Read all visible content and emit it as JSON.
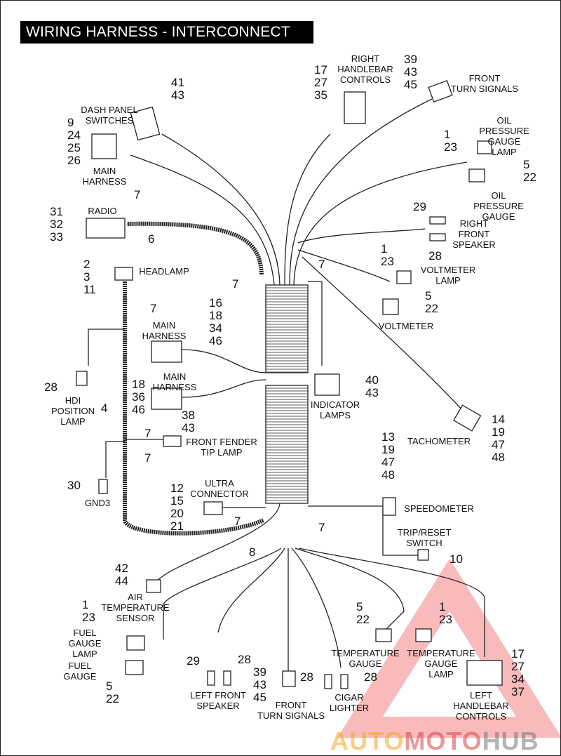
{
  "title": "WIRING HARNESS - INTERCONNECT",
  "labels": {
    "right_handlebar": "RIGHT\nHANDLEBAR\nCONTROLS",
    "front_turn_top": "FRONT\nTURN SIGNALS",
    "dash_panel": "DASH PANEL\nSWITCHES",
    "main_harness_1": "MAIN\nHARNESS",
    "oil_lamp": "OIL PRESSURE\nGAUGE LAMP",
    "oil_gauge": "OIL PRESSURE\nGAUGE",
    "radio": "RADIO",
    "right_speaker": "RIGHT\nFRONT\nSPEAKER",
    "headlamp": "HEADLAMP",
    "voltmeter_lamp": "VOLTMETER\nLAMP",
    "voltmeter": "VOLTMETER",
    "main_harness_2": "MAIN\nHARNESS",
    "indicator": "INDICATOR\nLAMPS",
    "main_harness_3": "MAIN\nHARNESS",
    "hdi": "HDI\nPOSITION\nLAMP",
    "tachometer": "TACHOMETER",
    "fender": "FRONT FENDER\nTIP LAMP",
    "gnd": "GND3",
    "ultra": "ULTRA\nCONNECTOR",
    "speedometer": "SPEEDOMETER",
    "trip": "TRIP/RESET\nSWITCH",
    "air_temp": "AIR\nTEMPERATURE\nSENSOR",
    "fuel_lamp": "FUEL\nGAUGE\nLAMP",
    "fuel_gauge": "FUEL\nGAUGE",
    "temp_gauge": "TEMPERATURE\nGAUGE",
    "temp_lamp": "TEMPERATURE\nGAUGE\nLAMP",
    "left_speaker": "LEFT FRONT\nSPEAKER",
    "front_turn_bottom": "FRONT\nTURN SIGNALS",
    "cigar": "CIGAR\nLIGHTER",
    "left_handlebar": "LEFT\nHANDLEBAR\nCONTROLS"
  },
  "callouts": {
    "rh": "17\n27\n35",
    "ft_top": "39\n43\n45",
    "dash": "41\n43",
    "main1": "9\n24\n25\n26",
    "oil_lamp": "1\n23",
    "oil_gauge": "5\n22",
    "radio_7": "7",
    "radio": "31\n32\n33",
    "radio_6": "6",
    "rs_29": "29",
    "rs_28": "28",
    "head": "2\n3\n11",
    "vl": "1\n23",
    "c7a": "7",
    "c7b": "7",
    "vm": "5\n22",
    "c7c": "7",
    "main2": "16\n18\n34\n46",
    "ind": "40\n43",
    "main3": "18\n36\n46",
    "c38": "38",
    "c43": "43",
    "hdi": "28",
    "c4": "4",
    "tach": "14\n19\n47\n48",
    "c7d": "7",
    "c7e": "7",
    "speedo": "13\n19\n47\n48",
    "gnd": "30",
    "ultra": "12\n15\n20\n21",
    "c7f": "7",
    "c7g": "7",
    "c8": "8",
    "trip": "10",
    "air": "42\n44",
    "fl": "1\n23",
    "fg": "5\n22",
    "tg": "5\n22",
    "tl": "1\n23",
    "lh": "17\n27\n34\n37",
    "ls29": "29",
    "ls28": "28",
    "ft_bot": "39\n43\n45",
    "cig28a": "28",
    "cig28b": "28"
  },
  "watermark": {
    "part1": "AUTO",
    "part2": "MOTO",
    "part3": "HUB"
  },
  "colors": {
    "line": "#222222",
    "watermark_red": "#d9464a",
    "watermark_orange": "#f5a623"
  }
}
